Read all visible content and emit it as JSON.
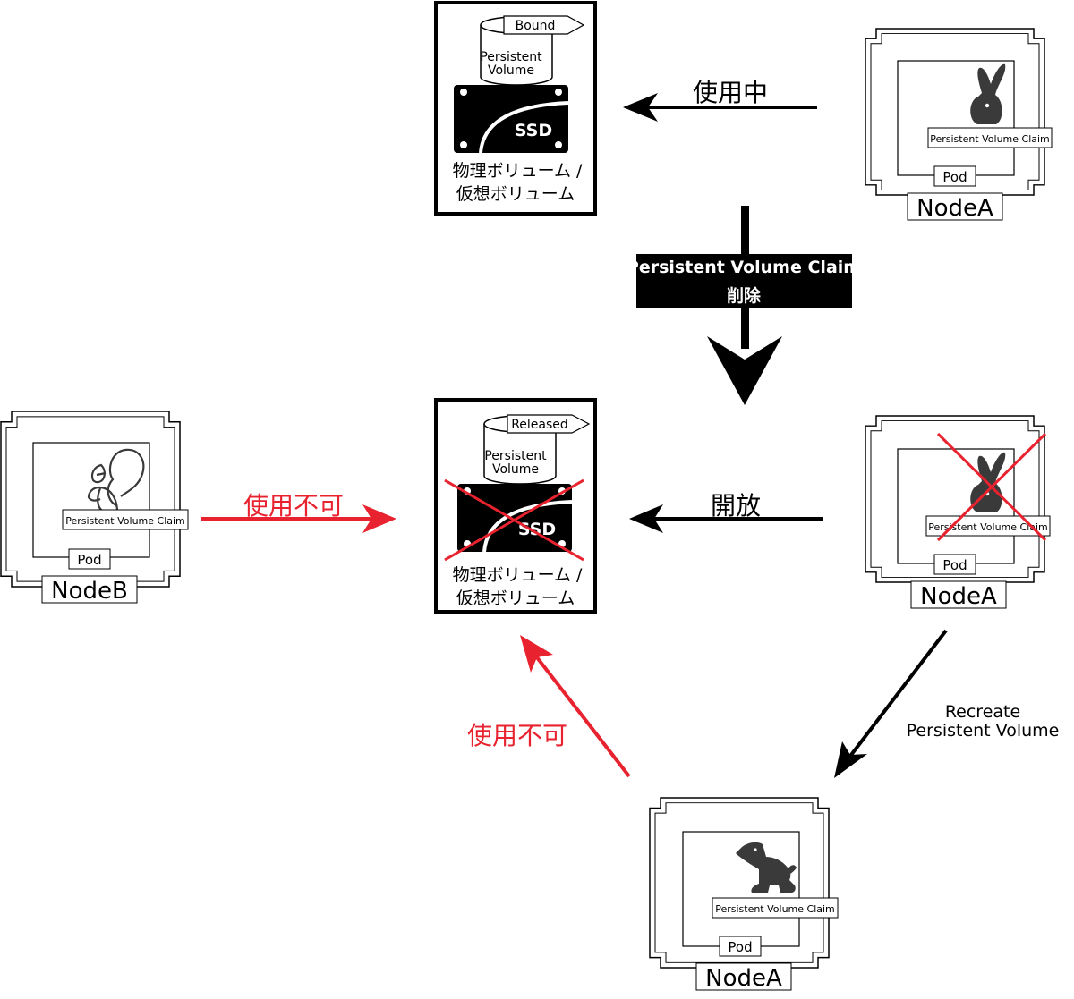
{
  "volumes": {
    "top": {
      "status": "Bound",
      "cylinder_line1": "Persistent",
      "cylinder_line2": "Volume",
      "disk_label": "SSD",
      "caption_line1": "物理ボリューム /",
      "caption_line2": "仮想ボリューム"
    },
    "middle": {
      "status": "Released",
      "cylinder_line1": "Persistent",
      "cylinder_line2": "Volume",
      "disk_label": "SSD",
      "caption_line1": "物理ボリューム /",
      "caption_line2": "仮想ボリューム"
    }
  },
  "nodes": {
    "top_right": {
      "node_label": "NodeA",
      "pod_label": "Pod",
      "claim_label": "Persistent Volume Claim",
      "icon": "rabbit-icon"
    },
    "mid_right": {
      "node_label": "NodeA",
      "pod_label": "Pod",
      "claim_label": "Persistent Volume Claim",
      "icon": "rabbit-icon"
    },
    "left": {
      "node_label": "NodeB",
      "pod_label": "Pod",
      "claim_label": "Persistent Volume Claim",
      "icon": "squirrel-icon"
    },
    "bottom": {
      "node_label": "NodeA",
      "pod_label": "Pod",
      "claim_label": "Persistent Volume Claim",
      "icon": "dog-icon"
    }
  },
  "arrows": {
    "in_use": "使用中",
    "delete_box_line1": "Persistent Volume Claim",
    "delete_box_line2": "削除",
    "release": "開放",
    "unusable_left": "使用不可",
    "unusable_bottom": "使用不可",
    "recreate_line1": "Recreate",
    "recreate_line2": "Persistent Volume"
  },
  "colors": {
    "red": "#e8222e",
    "black": "#000000",
    "icon_gray": "#3a3a3a"
  }
}
